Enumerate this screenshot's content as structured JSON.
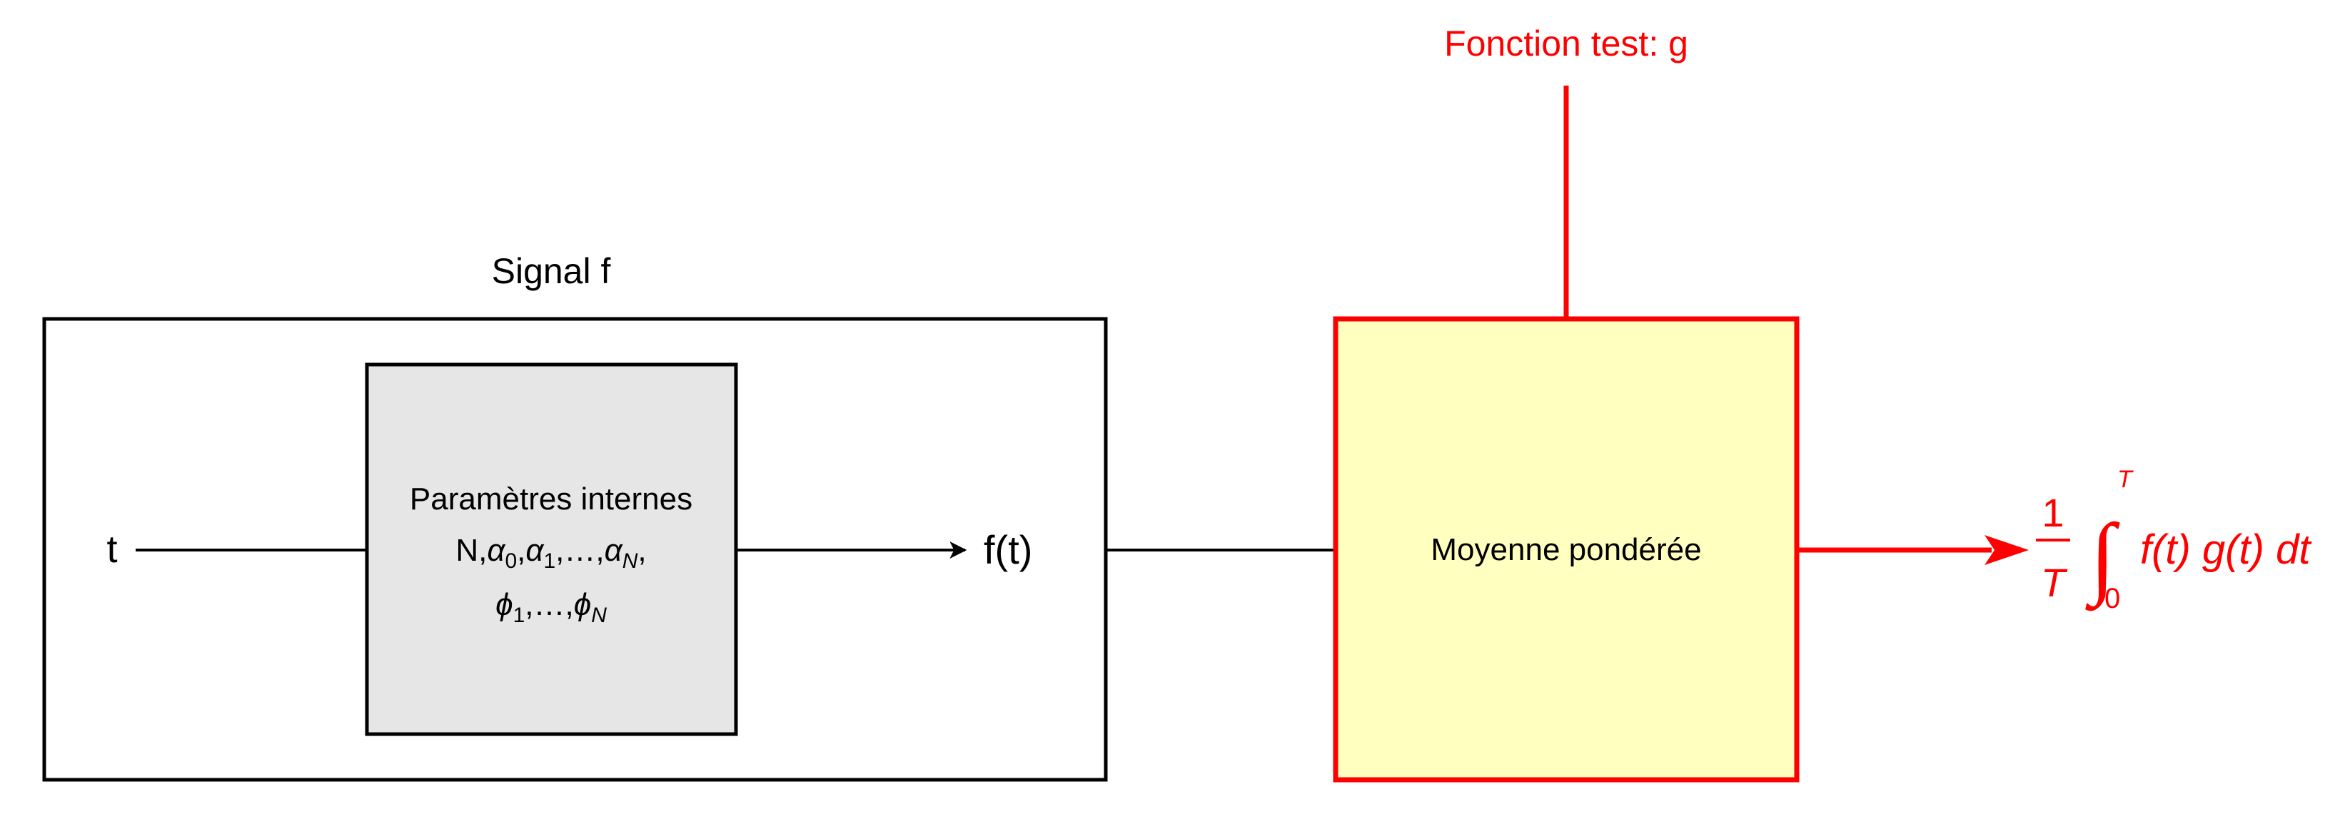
{
  "signal": {
    "title": "Signal f",
    "input_label": "t",
    "output_label": "f(t)",
    "inner_box": {
      "line1": "Paramètres internes",
      "line2_prefix": "N,",
      "alpha": "α",
      "phi": "ϕ",
      "sub_0": "0",
      "sub_1": "1",
      "sub_N": "N",
      "comma": ",",
      "ellipsis": ",…,",
      "trailing_comma": ","
    }
  },
  "test_function": {
    "label": "Fonction test: g"
  },
  "average_box": {
    "label": "Moyenne pondérée"
  },
  "result": {
    "numerator": "1",
    "denominator": "T",
    "integral_sign": "∫",
    "upper_limit": "T",
    "lower_limit": "0",
    "integrand": "f(t) g(t) dt"
  },
  "colors": {
    "line": "#000000",
    "highlight": "#ff0000",
    "inner_fill": "#e6e6e6",
    "average_fill": "#ffffc0"
  }
}
